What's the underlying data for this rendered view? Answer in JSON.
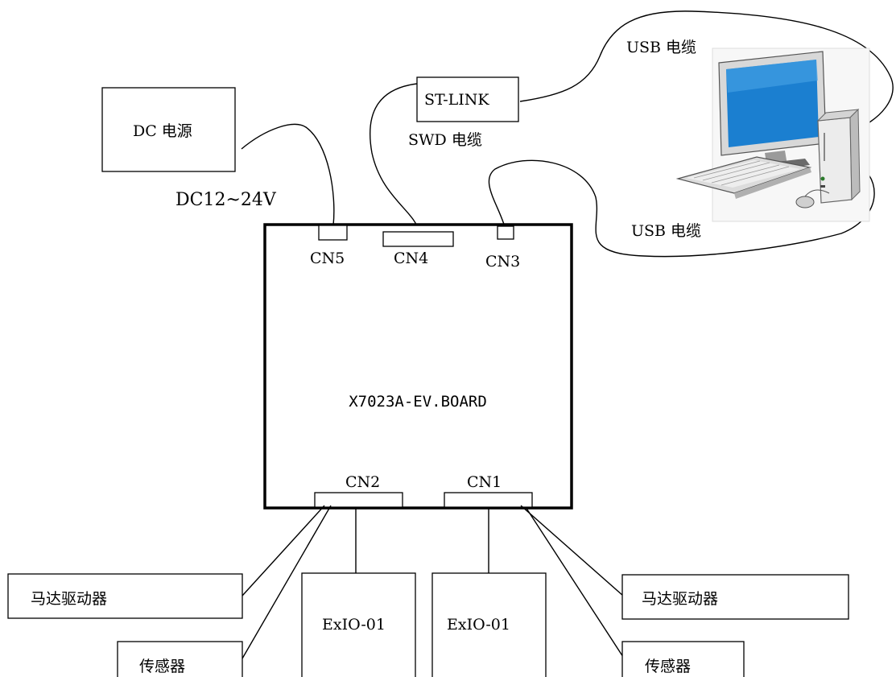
{
  "dc_power_label": "DC 电源",
  "dc_voltage_label": "DC12~24V",
  "st_link_label": "ST-LINK",
  "swd_cable_label": "SWD 电缆",
  "usb_cable_top_label": "USB 电缆",
  "usb_cable_bottom_label": "USB 电缆",
  "board": {
    "title": "X7023A-EV.BOARD",
    "connectors": {
      "cn5": "CN5",
      "cn4": "CN4",
      "cn3": "CN3",
      "cn2": "CN2",
      "cn1": "CN1"
    }
  },
  "peripherals": {
    "motor_driver_left": "马达驱动器",
    "sensor_left": "传感器",
    "exio_left": "ExIO-01",
    "exio_right": "ExIO-01",
    "motor_driver_right": "马达驱动器",
    "sensor_right": "传感器"
  },
  "colors": {
    "line": "#000000",
    "monitor_body": "#e4e4e4",
    "screen": "#1b7fd0",
    "tower": "#ececec"
  },
  "icons": [
    "desktop-computer-icon"
  ]
}
